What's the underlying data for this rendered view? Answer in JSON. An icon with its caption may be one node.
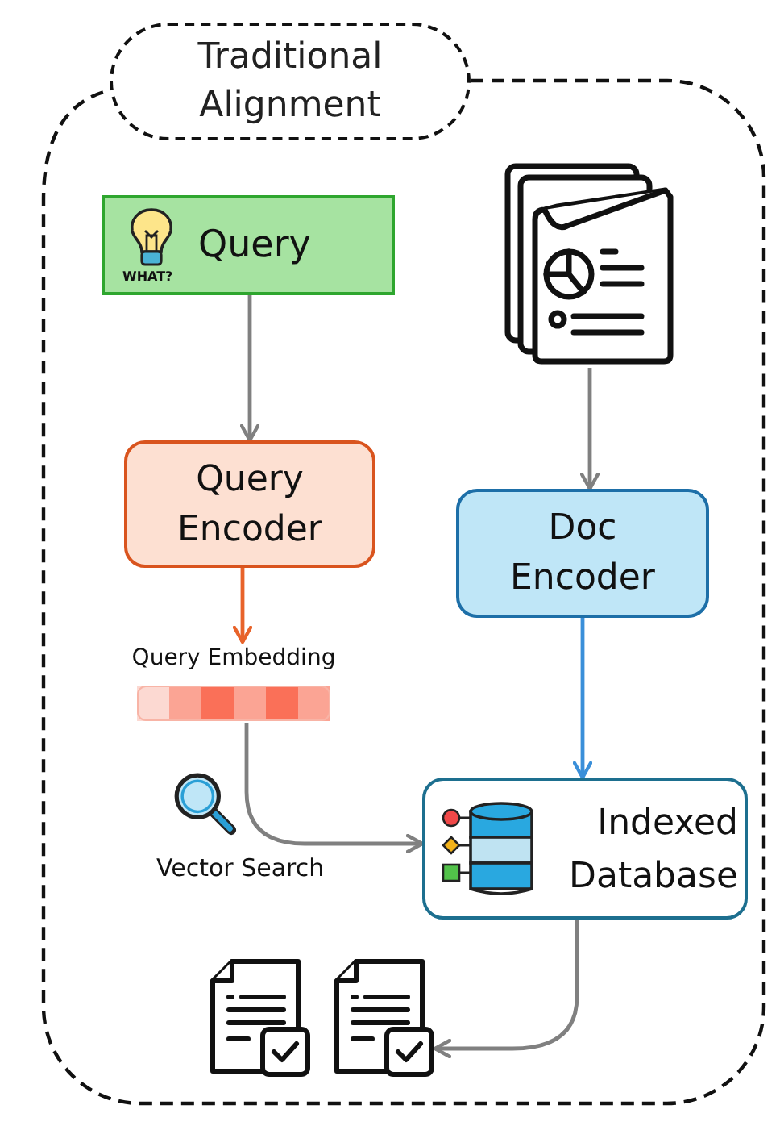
{
  "diagram": {
    "nodes": [
      {
        "text": [
          "Traditional Alignment"
        ]
      },
      {
        "text": [
          "Query"
        ],
        "in": 0
      },
      {
        "text": [],
        "shape": "picture",
        "in": 0
      },
      {
        "text": [
          "Query Encoder"
        ],
        "in": 0
      },
      {
        "text": [
          "Doc Encoder"
        ],
        "in": 0
      },
      {
        "text": [
          "Query Embedding"
        ],
        "in": 0
      },
      {
        "text": [
          "Indexed Database"
        ],
        "in": 0
      },
      {
        "text": [],
        "shape": "picture",
        "in": 0
      },
      {
        "text": [],
        "shape": "picture",
        "in": 0
      }
    ],
    "edges": [
      {
        "from": 1,
        "to": 3,
        "arrow": "to"
      },
      {
        "from": 2,
        "to": 4,
        "arrow": "to"
      },
      {
        "from": 3,
        "to": 5,
        "arrow": "to",
        "color": "#e8632a"
      },
      {
        "from": 4,
        "to": 6,
        "arrow": "to",
        "color": "#3a8fd9"
      },
      {
        "from": 5,
        "to": 6,
        "arrow": "to",
        "label": "Vector Search"
      },
      {
        "from": 6,
        "to": 8,
        "arrow": "to"
      }
    ],
    "labels": [
      "WHAT?"
    ]
  }
}
